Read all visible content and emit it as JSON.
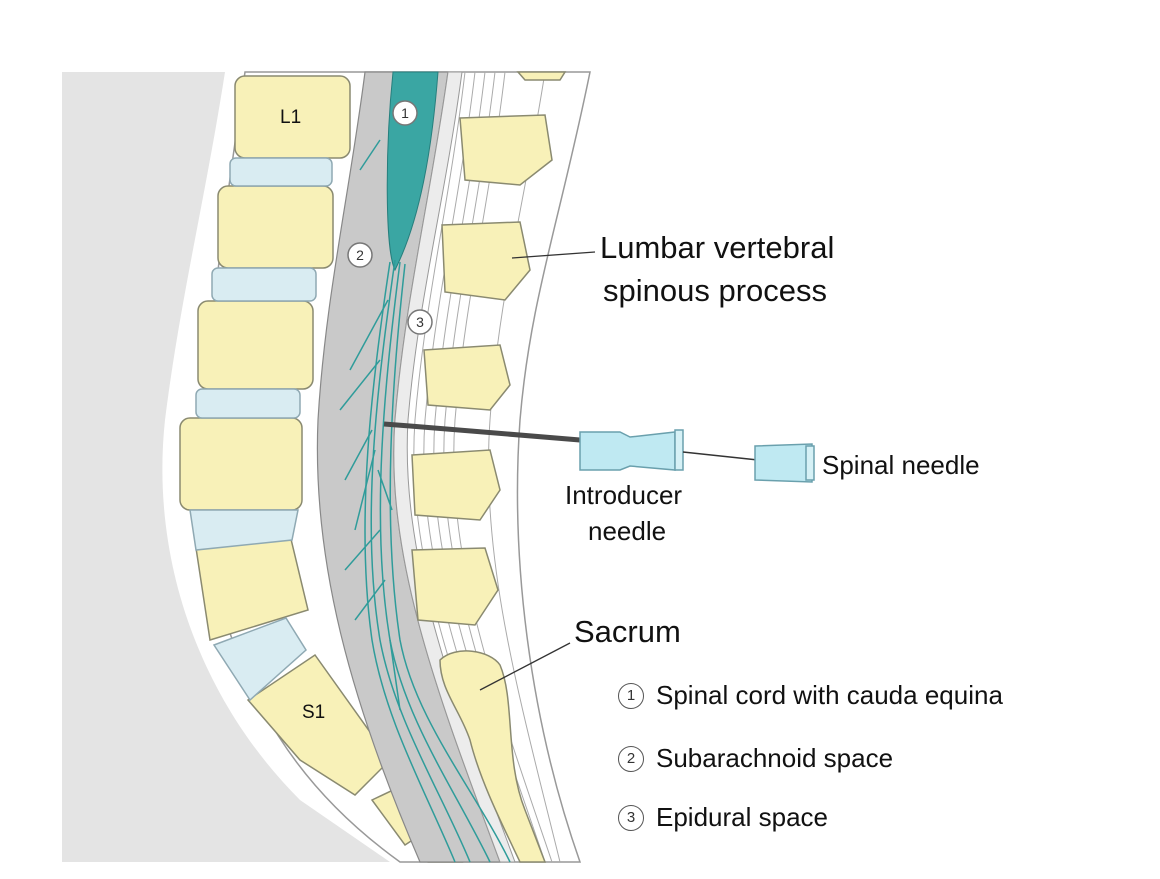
{
  "labels": {
    "lumbar_line1": "Lumbar vertebral",
    "lumbar_line2": "spinous process",
    "spinal_needle": "Spinal needle",
    "introducer_line1": "Introducer",
    "introducer_line2": "needle",
    "sacrum": "Sacrum",
    "l1": "L1",
    "s1": "S1"
  },
  "markers": [
    "1",
    "2",
    "3"
  ],
  "legend": [
    {
      "num": "1",
      "text": "Spinal cord with cauda equina"
    },
    {
      "num": "2",
      "text": "Subarachnoid space"
    },
    {
      "num": "3",
      "text": "Epidural space"
    }
  ],
  "colors": {
    "bone": "#f8f1b8",
    "disc": "#d9ecf2",
    "nerve": "#2f9c9a",
    "csf": "#c9c9c9",
    "tissue": "#e4e4e4"
  }
}
